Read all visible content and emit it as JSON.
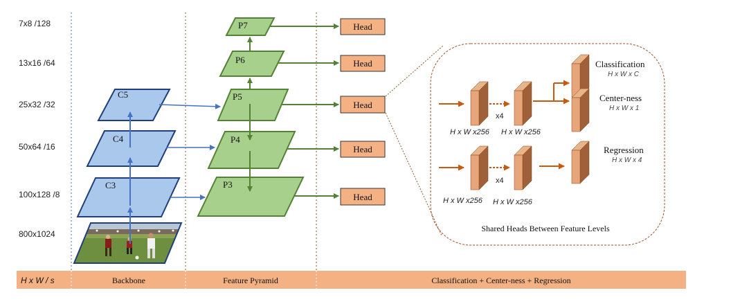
{
  "scale_labels": [
    "7x8  /128",
    "13x16  /64",
    "25x32  /32",
    "50x64  /16",
    "100x128  /8",
    "800x1024"
  ],
  "backbone": {
    "levels": [
      "C5",
      "C4",
      "C3"
    ]
  },
  "pyramid": {
    "levels": [
      "P7",
      "P6",
      "P5",
      "P4",
      "P3"
    ]
  },
  "head_label": "Head",
  "shared_heads": {
    "caption": "Shared Heads Between Feature Levels",
    "top_branch": {
      "first_dim": "H x W x256",
      "repeat": "x4",
      "second_dim": "H x W x256",
      "classification": {
        "title": "Classification",
        "dim": "H x W x C"
      },
      "centerness": {
        "title": "Center-ness",
        "dim": "H x W x 1"
      }
    },
    "bottom_branch": {
      "first_dim": "H x W x256",
      "repeat": "x4",
      "second_dim": "H x W x256",
      "regression": {
        "title": "Regression",
        "dim": "H x W x 4"
      }
    }
  },
  "bottom_bar": {
    "hw_label": "H x W  / s",
    "backbone_label": "Backbone",
    "pyramid_label": "Feature Pyramid",
    "heads_label": "Classification + Center-ness + Regression"
  },
  "colors": {
    "backbone_fill": "#a9c8ec",
    "backbone_stroke": "#1f3f7a",
    "pyramid_fill": "#a8d08d",
    "pyramid_stroke": "#548235",
    "head_fill": "#f4b183",
    "arrow_blue": "#4472c4",
    "arrow_green": "#548235",
    "arrow_orange": "#c55a11",
    "bar_fill": "#f4b183"
  }
}
